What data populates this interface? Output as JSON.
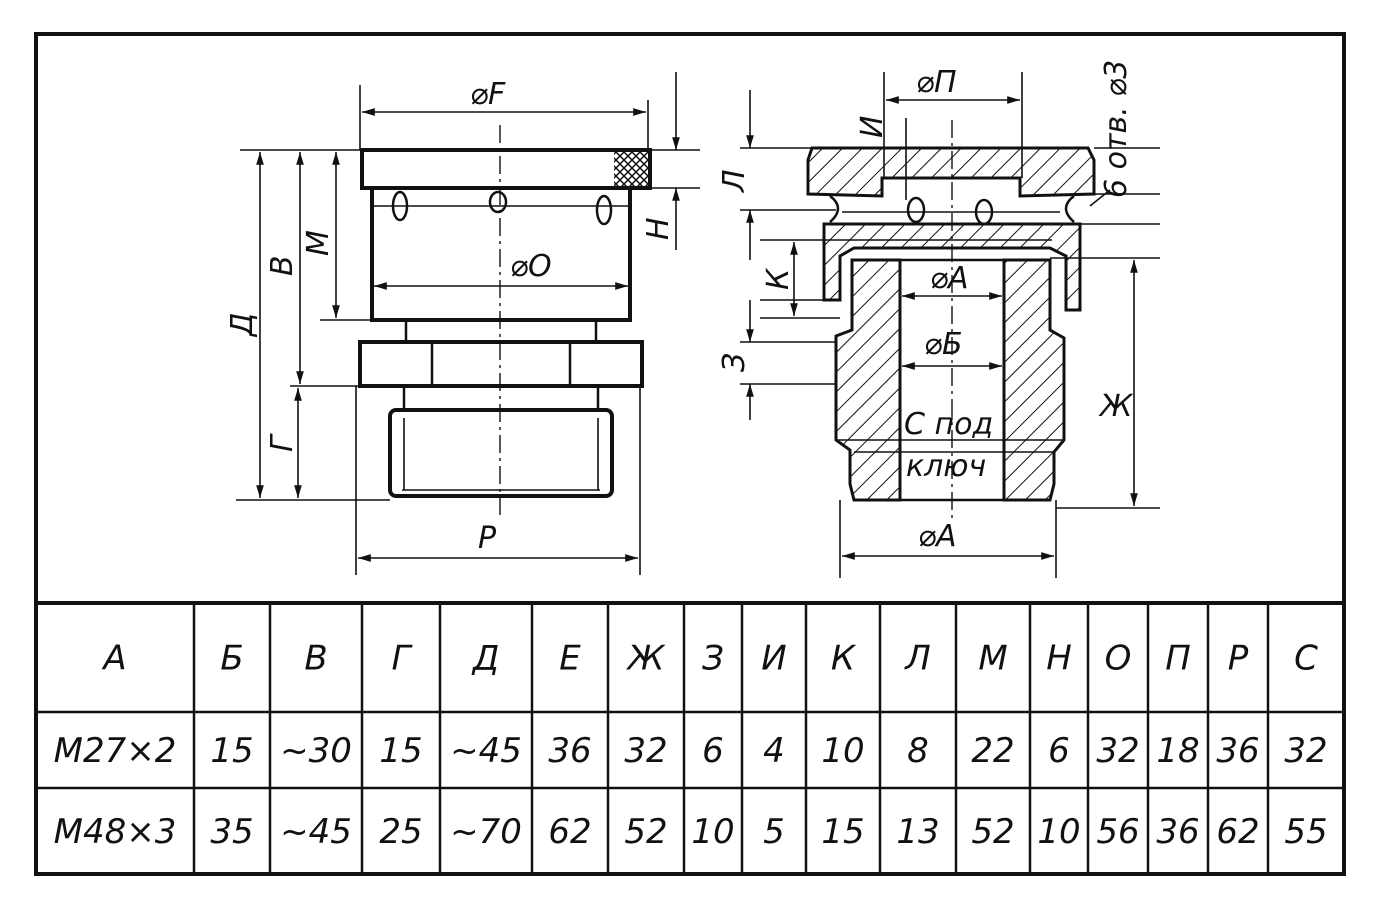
{
  "drawing": {
    "labels": {
      "F": "⌀F",
      "O": "⌀O",
      "P": "P",
      "N": "Н",
      "M": "М",
      "V": "В",
      "D": "Д",
      "G": "Г",
      "PI": "⌀П",
      "I": "И",
      "L": "Л",
      "K": "К",
      "Z": "З",
      "A_top": "⌀А",
      "B": "⌀Б",
      "S_line1": "С под",
      "S_line2": "ключ",
      "ZH": "Ж",
      "A_bottom": "⌀А",
      "holes_note": "6 отв. ⌀3"
    }
  },
  "table": {
    "headers": [
      "А",
      "Б",
      "В",
      "Г",
      "Д",
      "Е",
      "Ж",
      "З",
      "И",
      "К",
      "Л",
      "М",
      "Н",
      "О",
      "П",
      "Р",
      "С"
    ],
    "rows": [
      [
        "М27×2",
        "15",
        "~30",
        "15",
        "~45",
        "36",
        "32",
        "6",
        "4",
        "10",
        "8",
        "22",
        "6",
        "32",
        "18",
        "36",
        "32"
      ],
      [
        "М48×3",
        "35",
        "~45",
        "25",
        "~70",
        "62",
        "52",
        "10",
        "5",
        "15",
        "13",
        "52",
        "10",
        "56",
        "36",
        "62",
        "55"
      ]
    ]
  }
}
